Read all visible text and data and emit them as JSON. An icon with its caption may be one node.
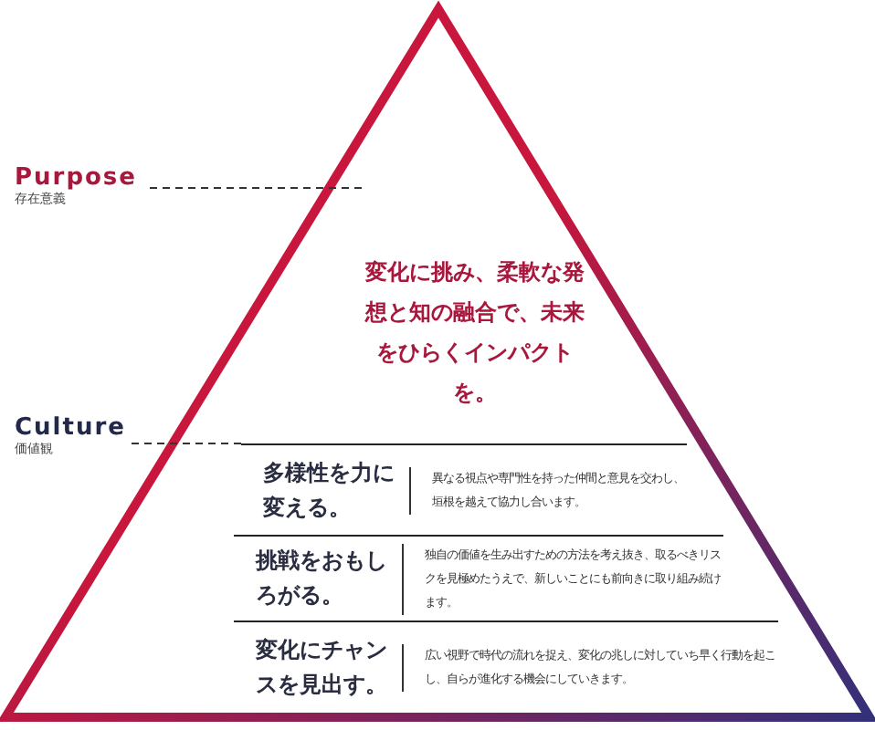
{
  "diagram": {
    "nodes": [
      {
        "text": [
          "Purpose",
          "存在意義"
        ]
      },
      {
        "text": [
          "変化に挑み、柔軟な発想と知の融合で、未来をひらくインパクトを。"
        ]
      },
      {
        "text": [
          "Culture",
          "価値観"
        ]
      },
      {
        "text": [
          "多様性を力に変える。",
          "異なる視点や専門性を持った仲間と意見を交わし、垣根を越えて協力し合います。"
        ]
      },
      {
        "text": [
          "挑戦をおもしろがる。",
          "独自の価値を生み出すための方法を考え抜き、取るべきリスクを見極めたうえで、新しいことにも前向きに取り組み続けます。"
        ]
      },
      {
        "text": [
          "変化にチャンスを見出す。",
          "広い視野で時代の流れを捉え、変化の兆しに対していち早く行動を起こし、自らが進化する機会にしていきます。"
        ]
      }
    ],
    "edges": [
      {
        "from": 0,
        "to": 1,
        "arrow": "none",
        "style": "dashed"
      },
      {
        "from": 2,
        "to": 3,
        "arrow": "none",
        "style": "dashed"
      }
    ]
  }
}
